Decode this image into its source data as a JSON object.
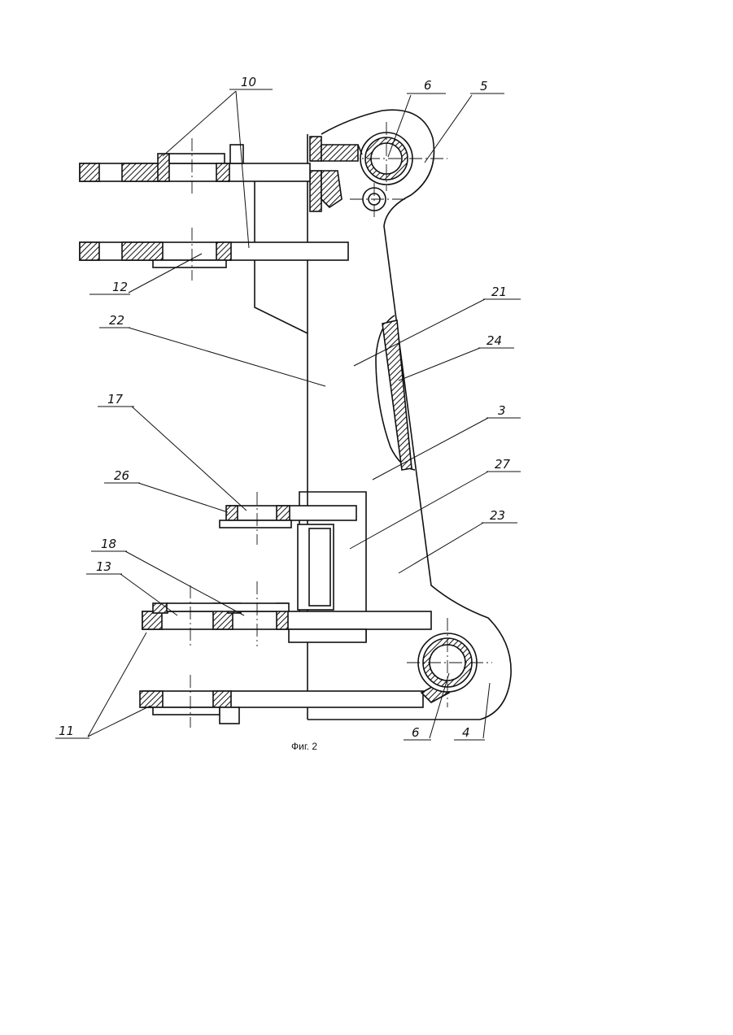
{
  "figure": {
    "caption": "Фиг. 2",
    "labels": {
      "l10": "10",
      "l6_top": "6",
      "l5": "5",
      "l12": "12",
      "l22": "22",
      "l21": "21",
      "l24": "24",
      "l3": "3",
      "l17": "17",
      "l26": "26",
      "l27": "27",
      "l23": "23",
      "l18": "18",
      "l13": "13",
      "l11": "11",
      "l6_bottom": "6",
      "l4": "4"
    }
  }
}
